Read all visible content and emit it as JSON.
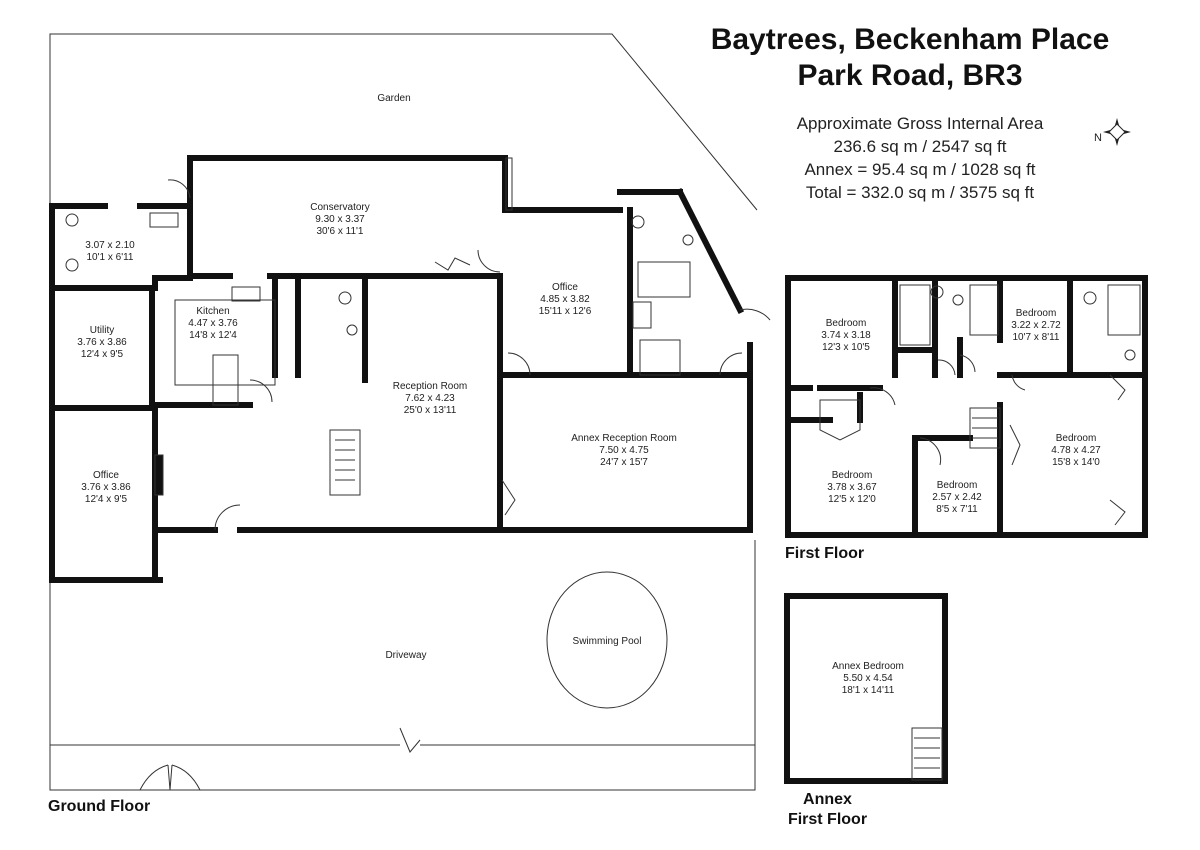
{
  "header": {
    "title_line1": "Baytrees, Beckenham Place",
    "title_line2": "Park Road, BR3",
    "area_heading": "Approximate Gross Internal Area",
    "area_main": "236.6 sq m / 2547 sq ft",
    "area_annex": "Annex = 95.4 sq m / 1028 sq ft",
    "area_total": "Total = 332.0 sq m / 3575 sq ft"
  },
  "compass": {
    "label": "N"
  },
  "floors": {
    "ground": "Ground Floor",
    "first": "First Floor",
    "annex_line1": "Annex",
    "annex_line2": "First Floor"
  },
  "rooms": {
    "garden": {
      "name": "Garden"
    },
    "conservatory": {
      "name": "Conservatory",
      "metric": "9.30 x 3.37",
      "imperial": "30'6 x 11'1"
    },
    "wc_room": {
      "name": "",
      "metric": "3.07 x 2.10",
      "imperial": "10'1 x 6'11"
    },
    "kitchen": {
      "name": "Kitchen",
      "metric": "4.47 x 3.76",
      "imperial": "14'8 x 12'4"
    },
    "utility": {
      "name": "Utility",
      "metric": "3.76 x 3.86",
      "imperial": "12'4 x 9'5"
    },
    "office_gf": {
      "name": "Office",
      "metric": "3.76 x 3.86",
      "imperial": "12'4 x 9'5"
    },
    "reception": {
      "name": "Reception Room",
      "metric": "7.62 x 4.23",
      "imperial": "25'0 x 13'11"
    },
    "office_annex": {
      "name": "Office",
      "metric": "4.85 x 3.82",
      "imperial": "15'11 x 12'6"
    },
    "annex_reception": {
      "name": "Annex Reception Room",
      "metric": "7.50 x 4.75",
      "imperial": "24'7 x 15'7"
    },
    "driveway": {
      "name": "Driveway"
    },
    "pool": {
      "name": "Swimming Pool"
    },
    "bed1": {
      "name": "Bedroom",
      "metric": "3.74 x 3.18",
      "imperial": "12'3 x 10'5"
    },
    "bed2": {
      "name": "Bedroom",
      "metric": "3.22 x 2.72",
      "imperial": "10'7 x 8'11"
    },
    "bed3": {
      "name": "Bedroom",
      "metric": "3.78 x 3.67",
      "imperial": "12'5 x 12'0"
    },
    "bed4": {
      "name": "Bedroom",
      "metric": "2.57 x 2.42",
      "imperial": "8'5 x 7'11"
    },
    "bed5": {
      "name": "Bedroom",
      "metric": "4.78 x 4.27",
      "imperial": "15'8 x 14'0"
    },
    "annex_bedroom": {
      "name": "Annex Bedroom",
      "metric": "5.50 x 4.54",
      "imperial": "18'1 x 14'11"
    }
  },
  "colors": {
    "wall": "#111111",
    "thin_line": "#333333",
    "background": "#ffffff"
  }
}
